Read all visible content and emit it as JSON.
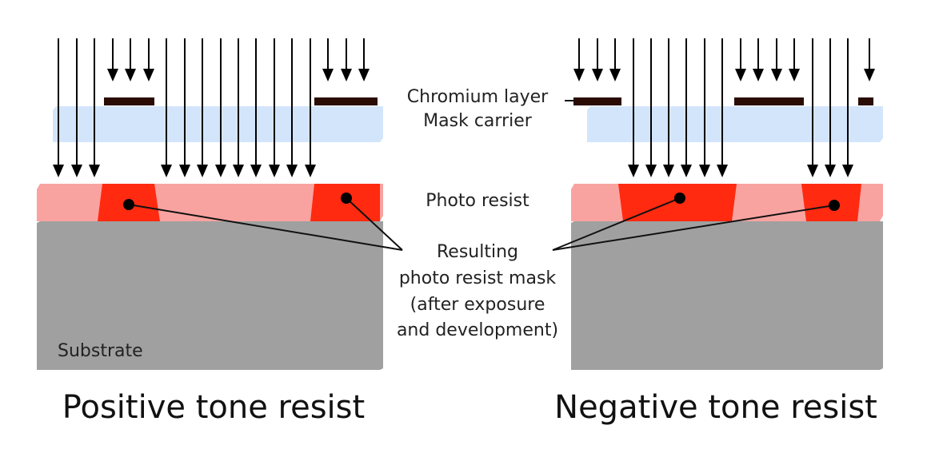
{
  "labels": {
    "chromium": "Chromium layer",
    "mask_carrier": "Mask carrier",
    "photo_resist": "Photo resist",
    "resulting_1": "Resulting",
    "resulting_2": "photo resist mask",
    "resulting_3": "(after exposure",
    "resulting_4": "and development)",
    "substrate": "Substrate"
  },
  "panels": {
    "positive": {
      "title": "Positive tone resist"
    },
    "negative": {
      "title": "Negative tone resist"
    }
  },
  "colors": {
    "chromium": "#2a0c05",
    "mask_carrier": "#d3e5fb",
    "resist": "#f9a3a0",
    "resist_exposed_mask": "#ff2a10",
    "substrate": "#a0a0a0",
    "arrow": "#000000"
  }
}
